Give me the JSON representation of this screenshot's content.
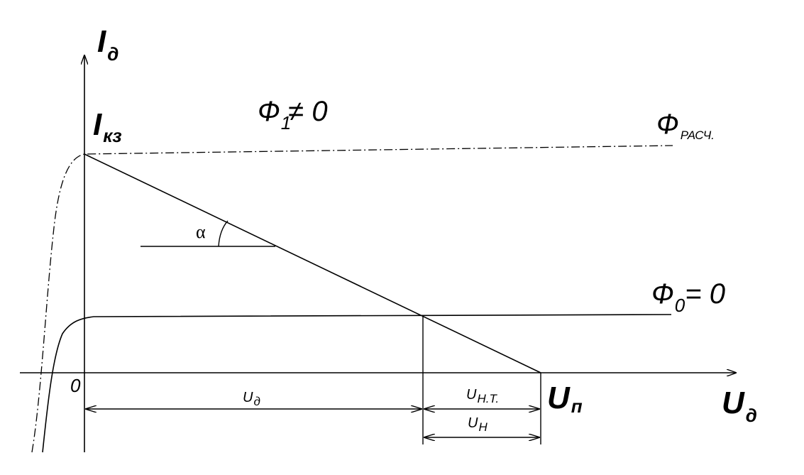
{
  "axes": {
    "y_label": "I",
    "y_label_sub": "д",
    "x_label": "U",
    "x_label_sub": "д",
    "origin_label": "0"
  },
  "points": {
    "short_circuit": {
      "main": "I",
      "sub": "кз"
    },
    "supply_voltage": {
      "main": "U",
      "sub": "п"
    }
  },
  "curves": {
    "calc": {
      "main": "Ф",
      "sub": "РАСЧ."
    },
    "flux_one": {
      "main": "Ф",
      "sub": "1",
      "suffix": "≠ 0"
    },
    "flux_zero": {
      "main": "Ф",
      "sub": "0",
      "suffix": "= 0"
    }
  },
  "angle_label": "α",
  "dimensions": {
    "u_d": {
      "main": "U",
      "sub": "д"
    },
    "u_nt": {
      "main": "U",
      "sub": "Н.Т."
    },
    "u_n": {
      "main": "U",
      "sub": "Н"
    }
  }
}
